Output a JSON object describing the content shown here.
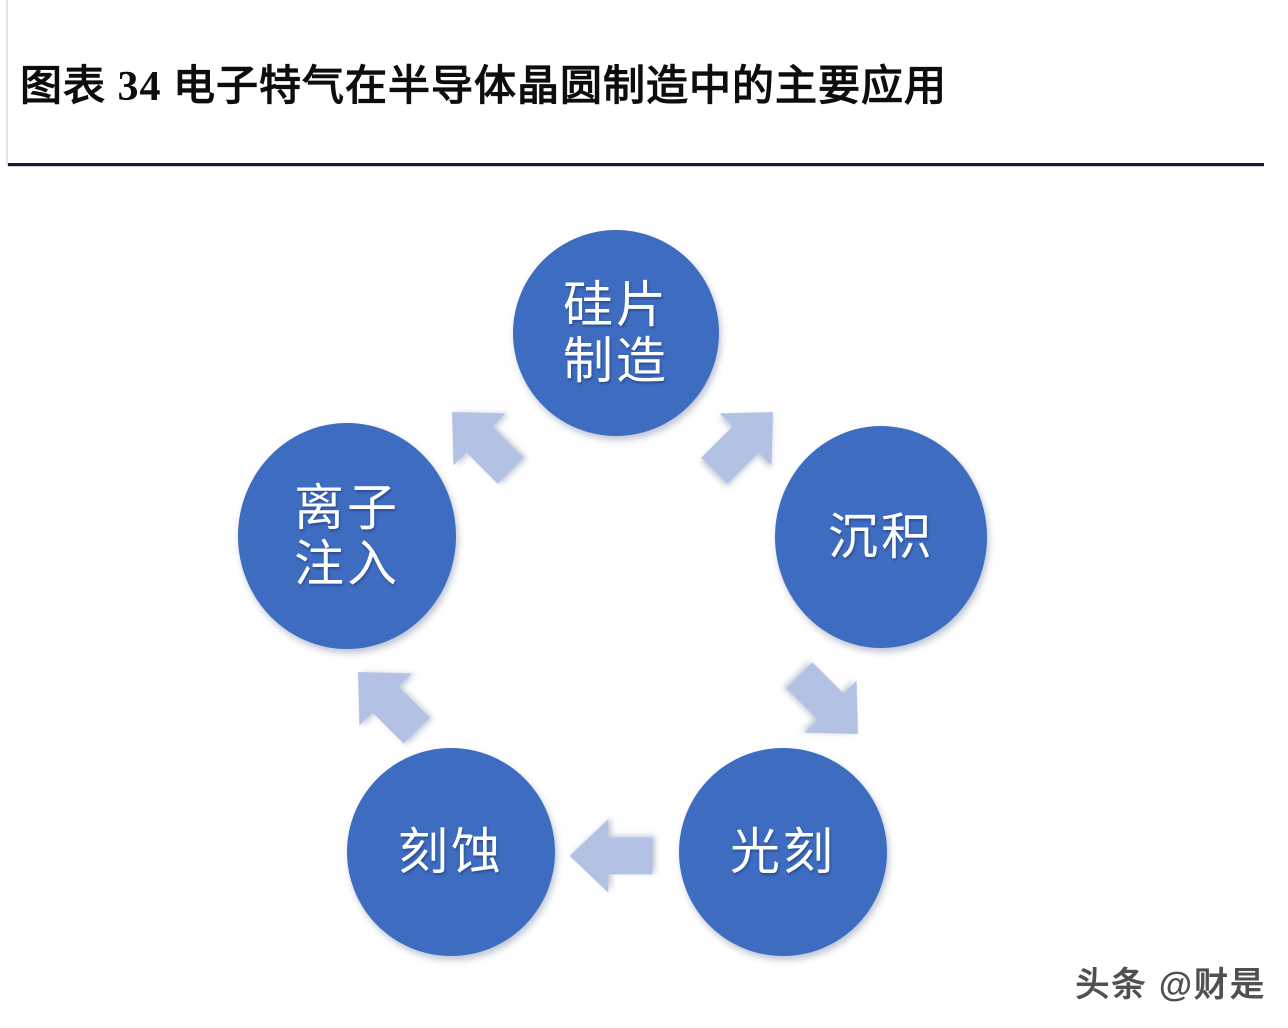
{
  "header": {
    "figure_label": "图表",
    "figure_number": "34",
    "title": "图表 34 电子特气在半导体晶圆制造中的主要应用",
    "rule_color": "#1a1a2e"
  },
  "colors": {
    "node_fill": "#3d6cc0",
    "node_text": "#ffffff",
    "arrow_fill": "#b2c1e4",
    "background": "#ffffff",
    "title_text": "#0d0d0d"
  },
  "diagram": {
    "type": "cycle",
    "direction": "clockwise",
    "node_count": 5,
    "nodes": [
      {
        "id": "wafer-manufacturing",
        "label": "硅片\n制造",
        "lines": [
          "硅片",
          "制造"
        ],
        "position": "top"
      },
      {
        "id": "deposition",
        "label": "沉积",
        "lines": [
          "沉积"
        ],
        "position": "right"
      },
      {
        "id": "photolithography",
        "label": "光刻",
        "lines": [
          "光刻"
        ],
        "position": "bottom-right"
      },
      {
        "id": "etching",
        "label": "刻蚀",
        "lines": [
          "刻蚀"
        ],
        "position": "bottom-left"
      },
      {
        "id": "ion-implantation",
        "label": "离子\n注入",
        "lines": [
          "离子",
          "注入"
        ],
        "position": "left"
      }
    ],
    "arrows": [
      {
        "from": "硅片制造",
        "to": "沉积",
        "direction": "down-right"
      },
      {
        "from": "沉积",
        "to": "光刻",
        "direction": "down-left"
      },
      {
        "from": "光刻",
        "to": "刻蚀",
        "direction": "left"
      },
      {
        "from": "刻蚀",
        "to": "离子注入",
        "direction": "up-right"
      },
      {
        "from": "离子注入",
        "to": "硅片制造",
        "direction": "up-right"
      }
    ]
  },
  "watermark": {
    "text": "头条 @财是"
  }
}
